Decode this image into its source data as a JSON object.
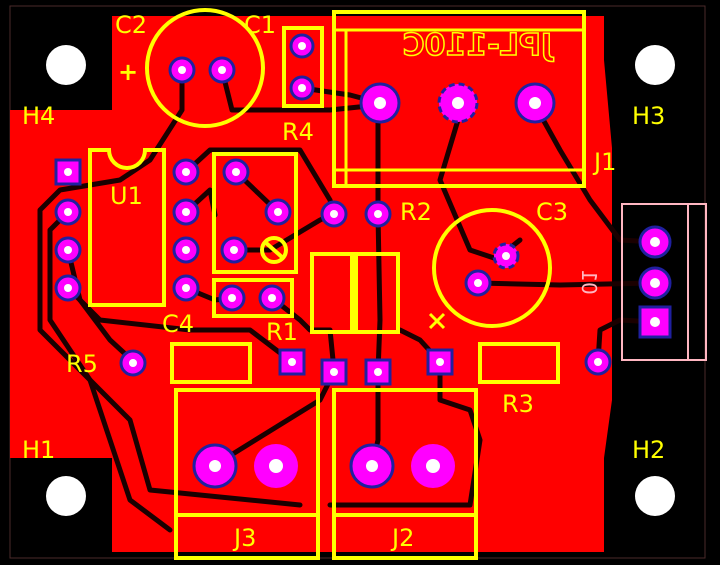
{
  "colors": {
    "copper": "#ff0000",
    "silkscreen": "#ffff00",
    "pad": "#ff00ff",
    "hole": "#ffffff",
    "background": "#000000",
    "bottom_silk": "#ffb6c1"
  },
  "labels": {
    "c2": "C2",
    "c1": "C1",
    "h4": "H4",
    "h3": "H3",
    "h1": "H1",
    "h2": "H2",
    "u1": "U1",
    "r4": "R4",
    "r2": "R2",
    "c3": "C3",
    "j1": "J1",
    "c4": "C4",
    "r1": "R1",
    "r5": "R5",
    "r3": "R3",
    "j3": "J3",
    "j2": "J2",
    "plus": "+",
    "connector_text": "JPL-110C",
    "bottom_label": "01"
  }
}
